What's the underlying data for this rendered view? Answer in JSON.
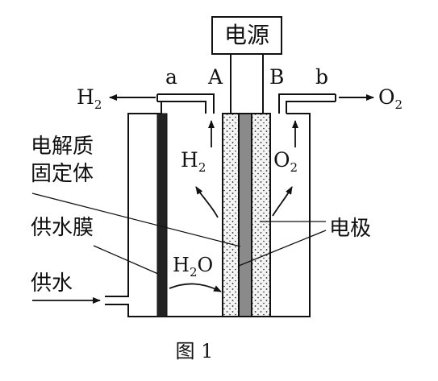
{
  "labels": {
    "power": "电源",
    "a": "a",
    "A": "A",
    "B": "B",
    "b": "b",
    "h2_out": "H",
    "h2_out_sub": "2",
    "o2_out": "O",
    "o2_out_sub": "2",
    "h2_inner": "H",
    "h2_inner_sub": "2",
    "o2_inner": "O",
    "o2_inner_sub": "2",
    "electrolyte_line1": "电解质",
    "electrolyte_line2": "固定体",
    "membrane": "供水膜",
    "water_supply": "供水",
    "electrode": "电极",
    "water_h": "H",
    "water_sub": "2",
    "water_o": "O",
    "figure_caption": "图 1"
  },
  "colors": {
    "ink": "#111111",
    "dots_fill": "#f4f4f4",
    "membrane_fill": "#222222",
    "electrode_fill": "#8a8a8a"
  }
}
